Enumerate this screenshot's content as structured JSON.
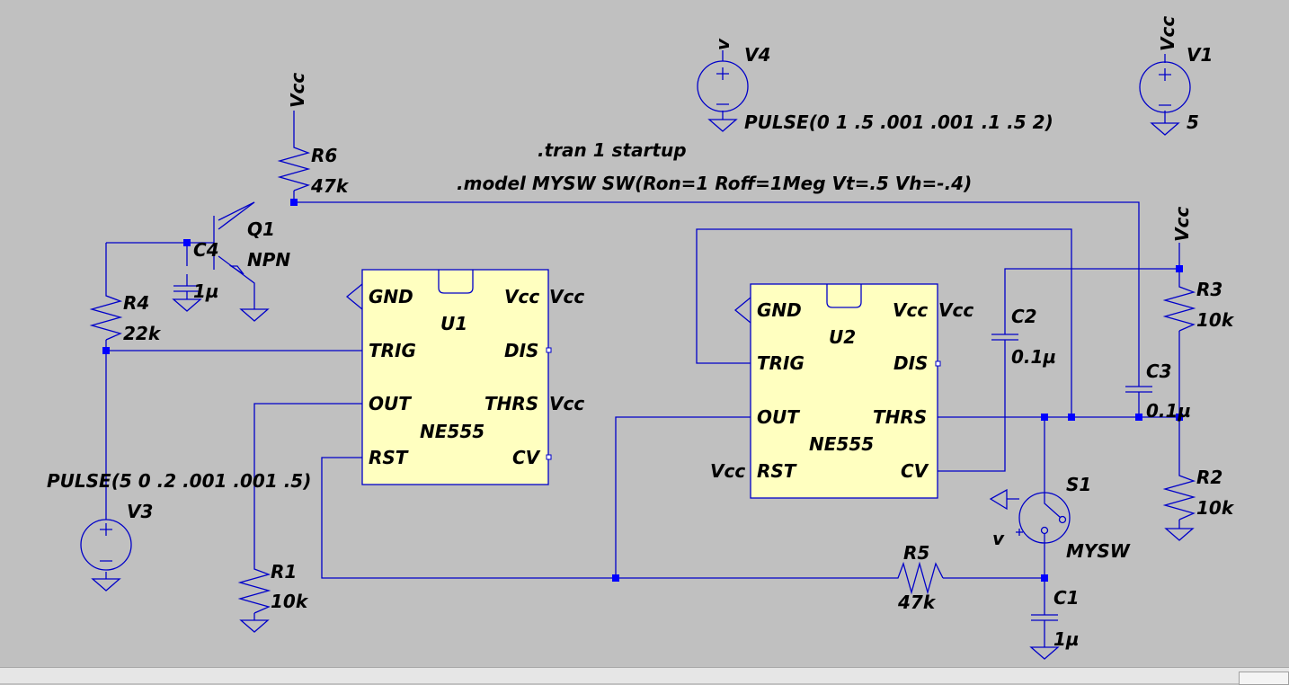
{
  "netlist": {
    "directives": [
      ".tran 1 startup",
      ".model MYSW SW(Ron=1 Roff=1Meg Vt=.5 Vh=-.4)"
    ],
    "supply_label": "Vcc",
    "node_label_v": "v",
    "components": {
      "V1": {
        "name": "V1",
        "value": "5"
      },
      "V3": {
        "name": "V3",
        "value": "PULSE(5 0 .2 .001 .001 .5)"
      },
      "V4": {
        "name": "V4",
        "value": "PULSE(0 1 .5 .001 .001 .1 .5 2)"
      },
      "R1": {
        "name": "R1",
        "value": "10k"
      },
      "R2": {
        "name": "R2",
        "value": "10k"
      },
      "R3": {
        "name": "R3",
        "value": "10k"
      },
      "R4": {
        "name": "R4",
        "value": "22k"
      },
      "R5": {
        "name": "R5",
        "value": "47k"
      },
      "R6": {
        "name": "R6",
        "value": "47k"
      },
      "C1": {
        "name": "C1",
        "value": "1µ"
      },
      "C2": {
        "name": "C2",
        "value": "0.1µ"
      },
      "C3": {
        "name": "C3",
        "value": "0.1µ"
      },
      "C4": {
        "name": "C4",
        "value": "1µ"
      },
      "Q1": {
        "name": "Q1",
        "value": "NPN"
      },
      "S1": {
        "name": "S1",
        "value": "MYSW"
      },
      "U1": {
        "name": "U1",
        "value": "NE555"
      },
      "U2": {
        "name": "U2",
        "value": "NE555"
      }
    },
    "ne555_pins": {
      "gnd": "GND",
      "vcc": "Vcc",
      "trig": "TRIG",
      "dis": "DIS",
      "out": "OUT",
      "thrs": "THRS",
      "rst": "RST",
      "cv": "CV"
    }
  },
  "colors": {
    "background": "#c0c0c0",
    "wire": "#0000c8",
    "junction": "#0000ff",
    "ic_fill": "#ffffc0"
  }
}
